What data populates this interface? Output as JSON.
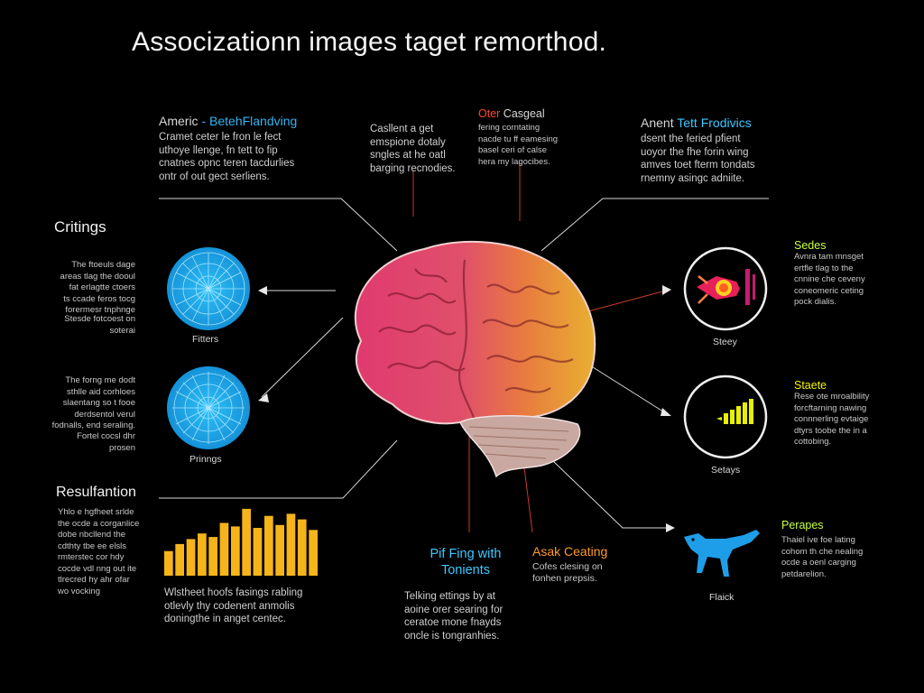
{
  "title": "Associzationn images taget remorthod.",
  "top_left": {
    "prefix": "Americ",
    "dash": " - ",
    "highlight": "BetehFlandving",
    "lines": [
      "Cramet ceter le fron le fect",
      "uthoye llenge, fn tett to fip",
      "cnatnes opnc teren tacdurlies",
      "ontr of out gect serliens."
    ]
  },
  "top_center": {
    "lines": [
      "Casllent a get",
      "emspione dotaly",
      "sngles at he oatl",
      "barging recnodies."
    ]
  },
  "top_mid": {
    "prefix": "Oter",
    "rest": " Casgeal",
    "lines": [
      "fering corntating",
      "nacde tu ff eamesing",
      "basel ceri of calse",
      "hera my lagocibes."
    ]
  },
  "top_right": {
    "prefix": "Anent ",
    "highlight": "Tett Frodivics",
    "lines": [
      "dsent the feried pfient",
      "uoyor the fhe forin wing",
      "amves toet fterm tondats",
      "rnemny asingc adniite."
    ]
  },
  "left_section": {
    "title": "Critings",
    "block1": [
      "The ftoeuls dage",
      "areas tlag the dooul",
      "fat erlagtte ctoers",
      "ts ccade feros tocg",
      "forermesr tnphnge"
    ],
    "block1_note": [
      "Stesde fotcoest on",
      "soterai"
    ],
    "circle1_caption": "Fitters",
    "block2": [
      "The forng me dodt",
      "sthlle aid corhloes",
      "slaentang so t fooe",
      "derdsentol verul",
      "fodnalls, end seraling."
    ],
    "block2_note": [
      "Fortel cocsl dhr",
      "prosen"
    ],
    "circle2_caption": "Prinngs"
  },
  "bottom_left": {
    "title": "Resulfantion",
    "lines": [
      "Yhlo e hgfheet srlde",
      "the ocde a corganlice",
      "dobe nbcllend the",
      "cdthty tbe ee elsls",
      "rmterstec cor hdy",
      "cocde vdl nng out ite",
      "tlrecred hy ahr ofar",
      "wo vocking"
    ],
    "caption": [
      "Wlstheet hoofs fasings rabling",
      "otlevly thy codenent anmolis",
      "doningthe in anget centec."
    ]
  },
  "bottom_center": {
    "title_line1": "Pif Fing with",
    "title_line2": "Tonients",
    "lines": [
      "Telking ettings by at",
      "aoine orer searing for",
      "ceratoe mone fnayds",
      "oncle is tongranhies."
    ]
  },
  "bottom_mid": {
    "title": "Asak Ceating",
    "lines": [
      "Cofes clesing on",
      "fonhen prepsis."
    ]
  },
  "right_section": {
    "item1": {
      "title": "Sedes",
      "lines": [
        "Avnra tam mnsget",
        "ertfle tlag to the",
        "cnnine che ceveny",
        "coneomeric ceting",
        "pock dialis."
      ],
      "caption": "Steey"
    },
    "item2": {
      "title": "Staete",
      "lines": [
        "Rese ote mroalbility",
        "forcftarning nawing",
        "connnerling evtaige",
        "dtyrs toobe the in a",
        "cottobing."
      ],
      "caption": "Setays"
    },
    "item3": {
      "title": "Perapes",
      "lines": [
        "Thaiel ive foe lating",
        "cohom th che nealing",
        "ocde a oenl carging",
        "petdarelion."
      ],
      "caption": "Flaick"
    }
  },
  "colors": {
    "blue_circle": "#1aa7e6",
    "bar_yellow": "#f4b41a",
    "brain_left": "#e0406a",
    "brain_right": "#e8a030",
    "accent_red": "#ff4433",
    "accent_cyan": "#34b4f0",
    "accent_lime": "#c8ff3c",
    "dog_blue": "#1e9ee8"
  },
  "icons": [
    "brain-illustration",
    "neural-circle-icon",
    "bar-chart-icon",
    "rocket-icon",
    "yellow-bars-icon",
    "dog-icon"
  ],
  "bar_values": [
    0.35,
    0.45,
    0.52,
    0.6,
    0.55,
    0.75,
    0.7,
    0.95,
    0.68,
    0.85,
    0.72,
    0.88,
    0.8,
    0.65
  ]
}
